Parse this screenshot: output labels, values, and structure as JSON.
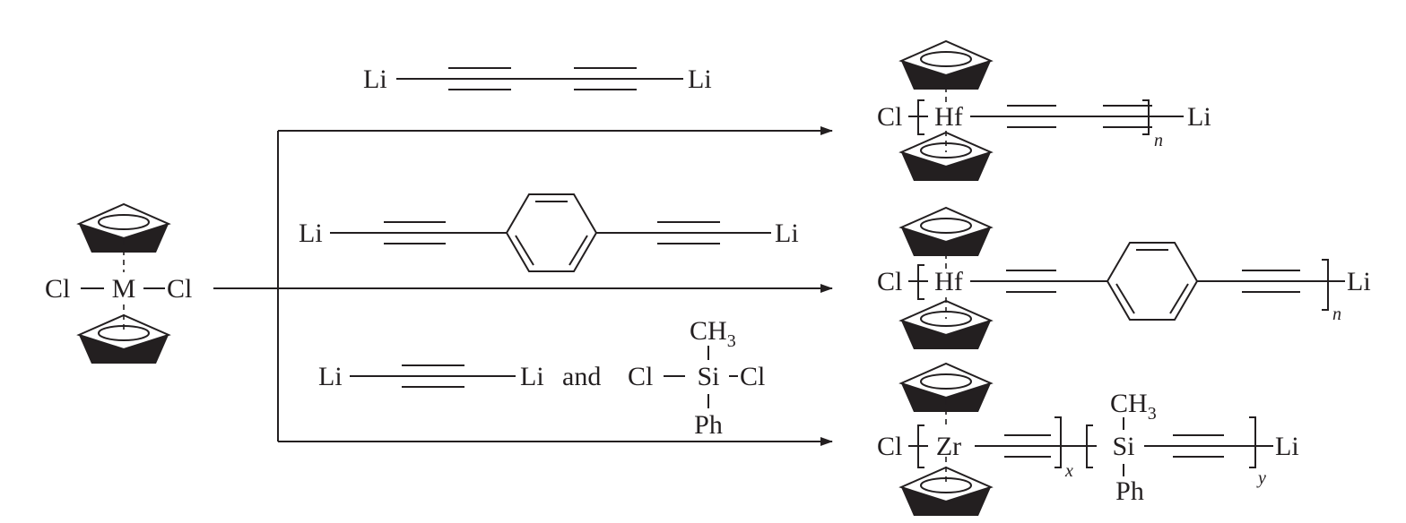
{
  "reactant": {
    "cl_left": "Cl",
    "metal": "M",
    "cl_right": "Cl"
  },
  "reagents": {
    "r1": {
      "li_left": "Li",
      "li_right": "Li"
    },
    "r2": {
      "li_left": "Li",
      "li_right": "Li"
    },
    "r3": {
      "li_left": "Li",
      "li_right": "Li",
      "conj": "and",
      "ch3": "CH",
      "ch3_sub": "3",
      "cl_left": "Cl",
      "si": "Si",
      "cl_right": "Cl",
      "ph": "Ph"
    }
  },
  "products": {
    "p1": {
      "cl": "Cl",
      "metal": "Hf",
      "n": "n",
      "li": "Li"
    },
    "p2": {
      "cl": "Cl",
      "metal": "Hf",
      "n": "n",
      "li": "Li"
    },
    "p3": {
      "cl": "Cl",
      "metal": "Zr",
      "x": "x",
      "ch3": "CH",
      "ch3_sub": "3",
      "si": "Si",
      "ph": "Ph",
      "y": "y",
      "li": "Li"
    }
  },
  "colors": {
    "ink": "#231f20",
    "background": "#ffffff"
  }
}
